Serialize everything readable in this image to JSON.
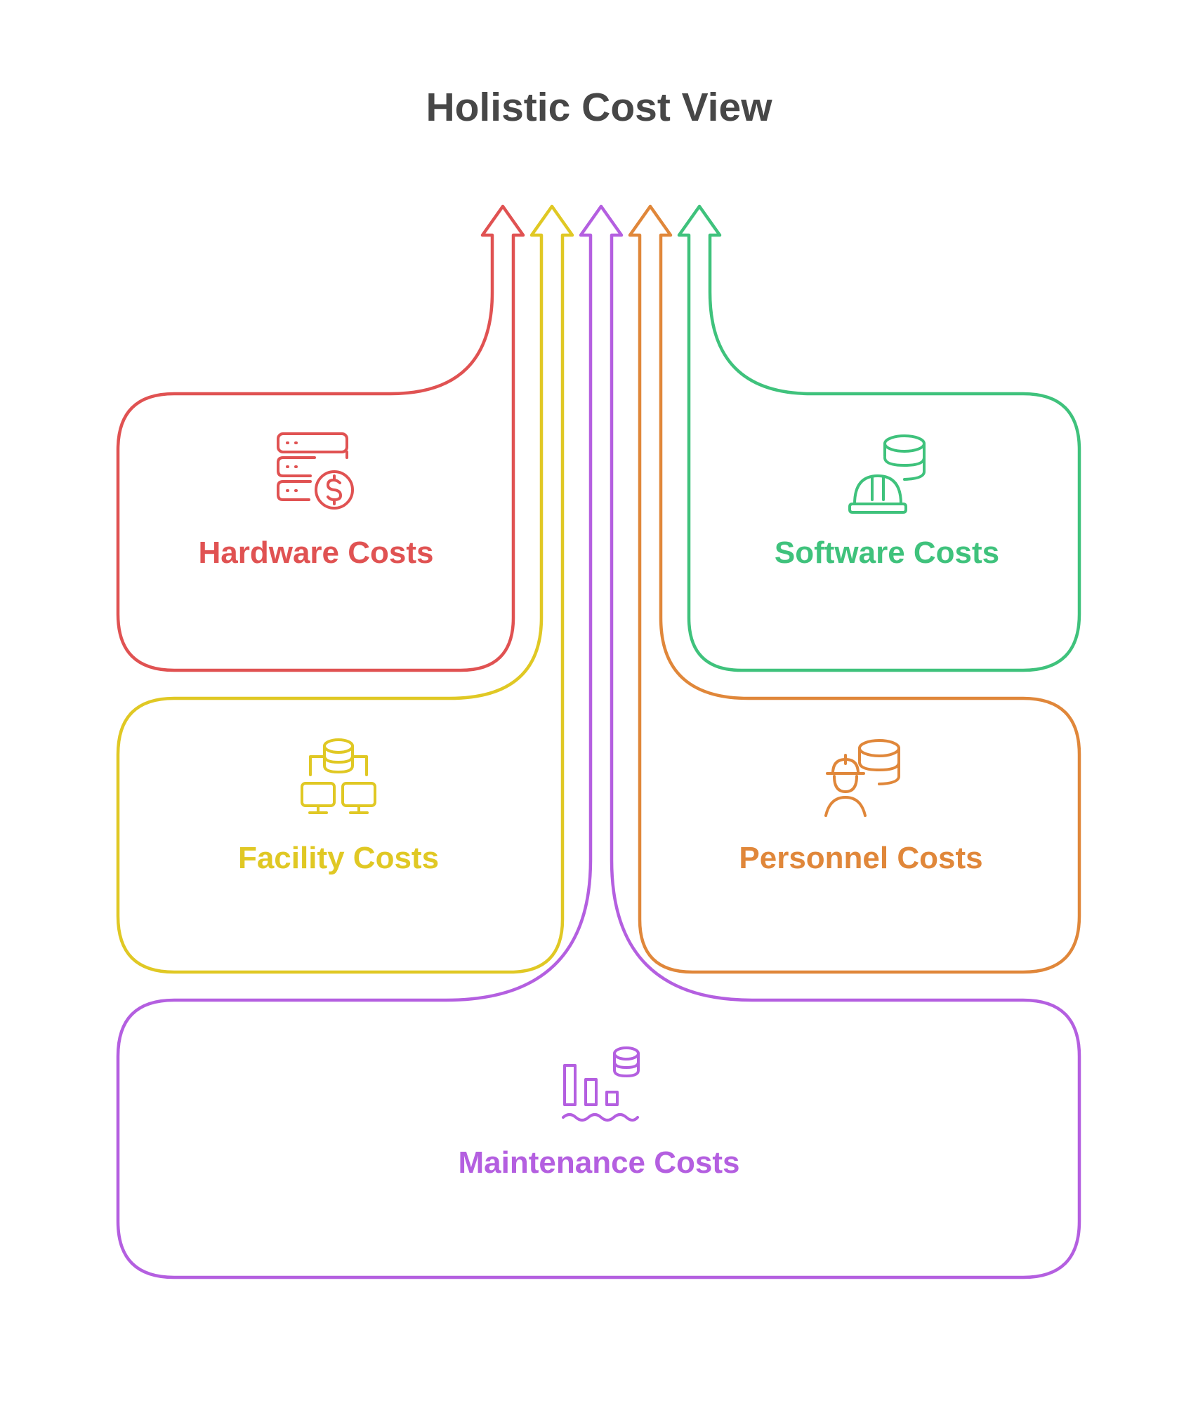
{
  "title": "Holistic Cost View",
  "colors": {
    "hardware": "#e05252",
    "facility": "#e0c824",
    "maintenance": "#b45fe0",
    "personnel": "#e0873a",
    "software": "#3fc27c",
    "title": "#474747"
  },
  "cards": {
    "hardware": {
      "label": "Hardware Costs",
      "icon": "server-dollar-icon"
    },
    "facility": {
      "label": "Facility Costs",
      "icon": "network-database-icon"
    },
    "maintenance": {
      "label": "Maintenance Costs",
      "icon": "bar-chart-database-icon"
    },
    "personnel": {
      "label": "Personnel Costs",
      "icon": "worker-database-icon"
    },
    "software": {
      "label": "Software Costs",
      "icon": "hardhat-database-icon"
    }
  }
}
